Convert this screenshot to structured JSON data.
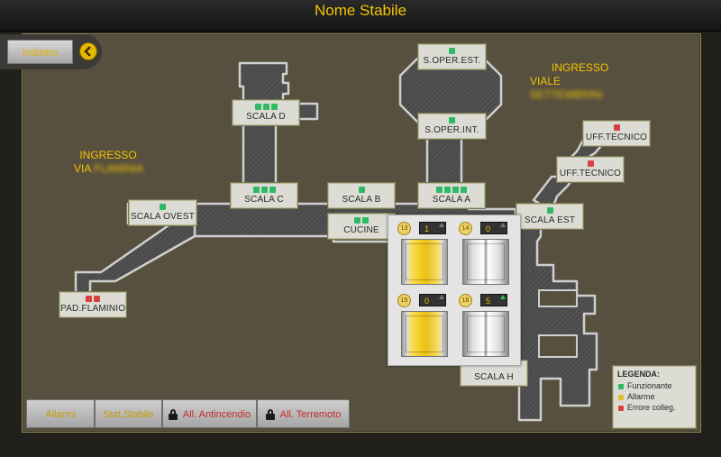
{
  "header": {
    "title": "Nome Stabile"
  },
  "nav": {
    "back_label": "Indietro"
  },
  "entrances": {
    "via": {
      "line1": "INGRESSO",
      "line2_prefix": "VIA",
      "line2_blurred": "FLAMINIA"
    },
    "viale": {
      "line1": "INGRESSO",
      "line2_prefix": "VIALE",
      "line2_blurred": "SETTEMBRINI"
    }
  },
  "areas": [
    {
      "id": "s-oper-est",
      "label": "S.OPER.EST.",
      "status": [
        "green"
      ]
    },
    {
      "id": "scala-d",
      "label": "SCALA D",
      "status": [
        "green",
        "green",
        "green"
      ]
    },
    {
      "id": "s-oper-int",
      "label": "S.OPER.INT.",
      "status": [
        "green"
      ]
    },
    {
      "id": "uff-tecnico-1",
      "label": "UFF.TECNICO",
      "status": [
        "red"
      ]
    },
    {
      "id": "uff-tecnico-2",
      "label": "UFF.TECNICO",
      "status": [
        "red"
      ]
    },
    {
      "id": "scala-c",
      "label": "SCALA C",
      "status": [
        "green",
        "green",
        "green"
      ]
    },
    {
      "id": "scala-b",
      "label": "SCALA B",
      "status": [
        "green"
      ]
    },
    {
      "id": "scala-a",
      "label": "SCALA A",
      "status": [
        "green",
        "green",
        "green",
        "green"
      ]
    },
    {
      "id": "scala-ovest",
      "label": "SCALA OVEST",
      "status": [
        "green"
      ]
    },
    {
      "id": "cucine",
      "label": "CUCINE",
      "status": [
        "green",
        "green"
      ]
    },
    {
      "id": "scala-est",
      "label": "SCALA EST",
      "status": [
        "green"
      ]
    },
    {
      "id": "pad-flaminio",
      "label": "PAD.FLAMINIO",
      "status": [
        "red",
        "red"
      ]
    },
    {
      "id": "scala-h",
      "label": "SCALA H",
      "status": []
    }
  ],
  "elevators": [
    {
      "number": "13",
      "floor": "1",
      "direction": "none",
      "door": "yellow"
    },
    {
      "number": "14",
      "floor": "0",
      "direction": "none",
      "door": "closed"
    },
    {
      "number": "15",
      "floor": "0",
      "direction": "none",
      "door": "yellow"
    },
    {
      "number": "16",
      "floor": "5",
      "direction": "up",
      "door": "closed"
    }
  ],
  "legend": {
    "title": "LEGENDA:",
    "items": [
      {
        "label": "Funzionante",
        "color": "#2fb866"
      },
      {
        "label": "Allarme",
        "color": "#d8c030"
      },
      {
        "label": "Errore colleg.",
        "color": "#d94040"
      }
    ]
  },
  "toolbar": {
    "allarmi": "Allarmi",
    "stat_stabile": "Stat.Stabile",
    "all_antincendio": "All. Antincendio",
    "all_terremoto": "All. Terremoto"
  },
  "colors": {
    "accent": "#f4c400",
    "map_bg": "#57503f",
    "ok": "#2fb866",
    "alarm": "#d8c030",
    "error": "#d94040"
  }
}
